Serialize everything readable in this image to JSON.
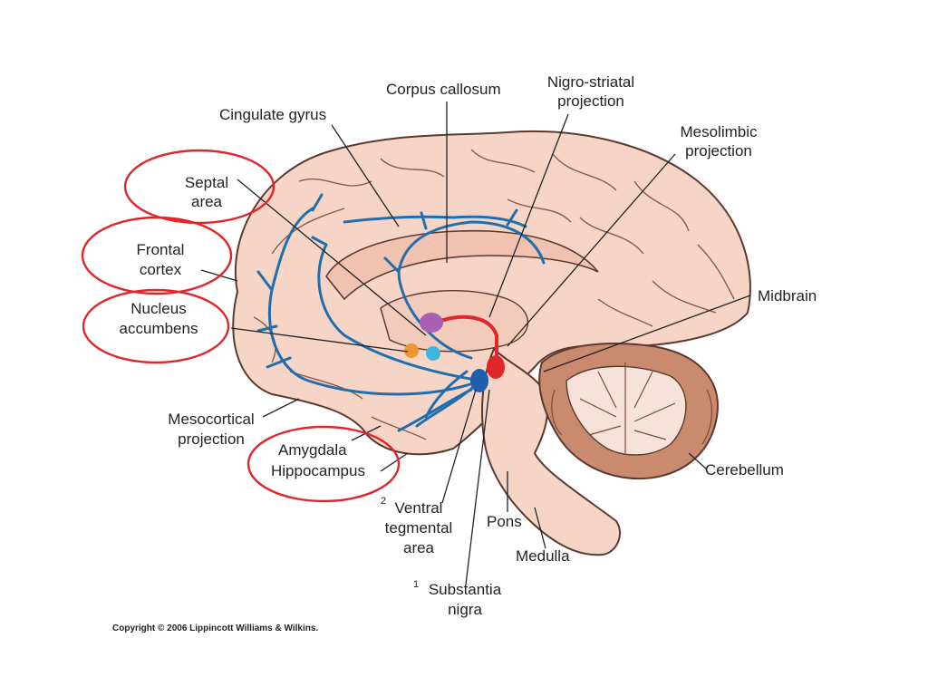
{
  "labels": {
    "corpus_callosum": "Corpus callosum",
    "nigro_striatal_1": "Nigro-striatal",
    "nigro_striatal_2": "projection",
    "cingulate_gyrus": "Cingulate gyrus",
    "mesolimbic_1": "Mesolimbic",
    "mesolimbic_2": "projection",
    "septal_1": "Septal",
    "septal_2": "area",
    "frontal_1": "Frontal",
    "frontal_2": "cortex",
    "nucleus_1": "Nucleus",
    "nucleus_2": "accumbens",
    "midbrain": "Midbrain",
    "mesocortical_1": "Mesocortical",
    "mesocortical_2": "projection",
    "amygdala": "Amygdala",
    "hippocampus": "Hippocampus",
    "cerebellum": "Cerebellum",
    "vta_marker": "2",
    "vta_1": "Ventral",
    "vta_2": "tegmental",
    "vta_3": "area",
    "pons": "Pons",
    "medulla": "Medulla",
    "sn_marker": "1",
    "sn_1": "Substantia",
    "sn_2": "nigra"
  },
  "copyright": "Copyright © 2006 Lippincott Williams & Wilkins.",
  "colors": {
    "brain_fill": "#f6d4c6",
    "brain_outline": "#5a3a30",
    "cerebellum_fill": "#c98a6e",
    "pathway_blue": "#1f6fae",
    "pathway_red": "#e0262b",
    "highlight_ring": "#e0262b",
    "nucleus_purple": "#a95fb5",
    "nucleus_orange": "#f0962f",
    "nucleus_cyan": "#3fb6e0",
    "nucleus_blue": "#1f5fae",
    "nucleus_red": "#e0262b"
  }
}
